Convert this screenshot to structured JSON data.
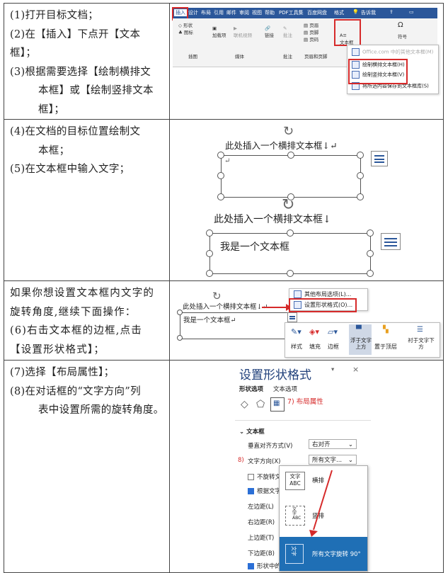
{
  "rows": [
    {
      "steps": [
        "(1)打开目标文档；",
        "(2)在【插入】下点开【文本框】；",
        "(3)根据需要选择【绘制横排文",
        "本框】或【绘制竖排文本",
        "框】；"
      ]
    },
    {
      "steps": [
        "(4)在文档的目标位置绘制文",
        "本框；",
        "(5)在文本框中输入文字；"
      ]
    },
    {
      "steps": [
        "如果你想设置文本框内文字的",
        "旋转角度,继续下面操作：",
        "(6)右击文本框的边框,点击",
        "【设置形状格式】；"
      ]
    },
    {
      "steps": [
        "(7)选择【布局属性】；",
        "(8)在对话框的“文字方向”列",
        "表中设置所需的旋转角度。"
      ]
    }
  ],
  "ribbon": {
    "tabs": [
      "插入",
      "设计",
      "布局",
      "引用",
      "邮件",
      "审阅",
      "视图",
      "帮助",
      "PDF工具集",
      "百度网盘",
      "格式",
      "告诉我"
    ],
    "items": {
      "shape": "形状",
      "icon": "图标",
      "addin": "加载项",
      "online_video": "联机视频",
      "link": "链接",
      "comment": "批注",
      "header": "页眉",
      "footer": "页脚",
      "page_num": "页码",
      "textbox": "文本框",
      "symbol": "符号",
      "omega": "Ω"
    },
    "groups": [
      "插图",
      "媒体",
      "批注",
      "页眉和页脚"
    ],
    "menu": [
      "Office.com 中的其他文本框(M)",
      "绘制横排文本框(H)",
      "绘制竖排文本框(V)",
      "将所选内容保存到文本框库(S)"
    ]
  },
  "draw": {
    "caption1": "此处插入一个横排文本框↓↵",
    "caption2": "此处插入一个横排文本框↓",
    "return_mark": "↵",
    "box_text": "我是一个文本框"
  },
  "context": {
    "caption": "此处插入一个横排文本框↓↵",
    "box_text": "我是一个文本框↵",
    "menu": [
      "其他布局选项(L)...",
      "设置形状格式(O)..."
    ],
    "mini_toolbar": [
      "样式",
      "填充",
      "边框",
      "浮于文字上方",
      "置于顶层",
      "衬于文字下方"
    ]
  },
  "pane": {
    "title": "设置形状格式",
    "tab_shape": "形状选项",
    "tab_text": "文本选项",
    "annot7": "7) 布局属性",
    "section": "文本框",
    "valign_label": "垂直对齐方式(V)",
    "valign_value": "右对齐",
    "annot8": "8)",
    "dir_label": "文字方向(X)",
    "dir_value": "所有文字...",
    "no_rotate": "不旋转文",
    "resize": "根据文字",
    "margins": [
      "左边距(L)",
      "右边距(R)",
      "上边距(T)",
      "下边距(B)"
    ],
    "wrap": "形状中的",
    "options": [
      {
        "icon": "文字ABC",
        "label": "横排"
      },
      {
        "icon": "",
        "label": "竖排"
      },
      {
        "icon": "",
        "label": "所有文字旋转 90°"
      }
    ]
  }
}
